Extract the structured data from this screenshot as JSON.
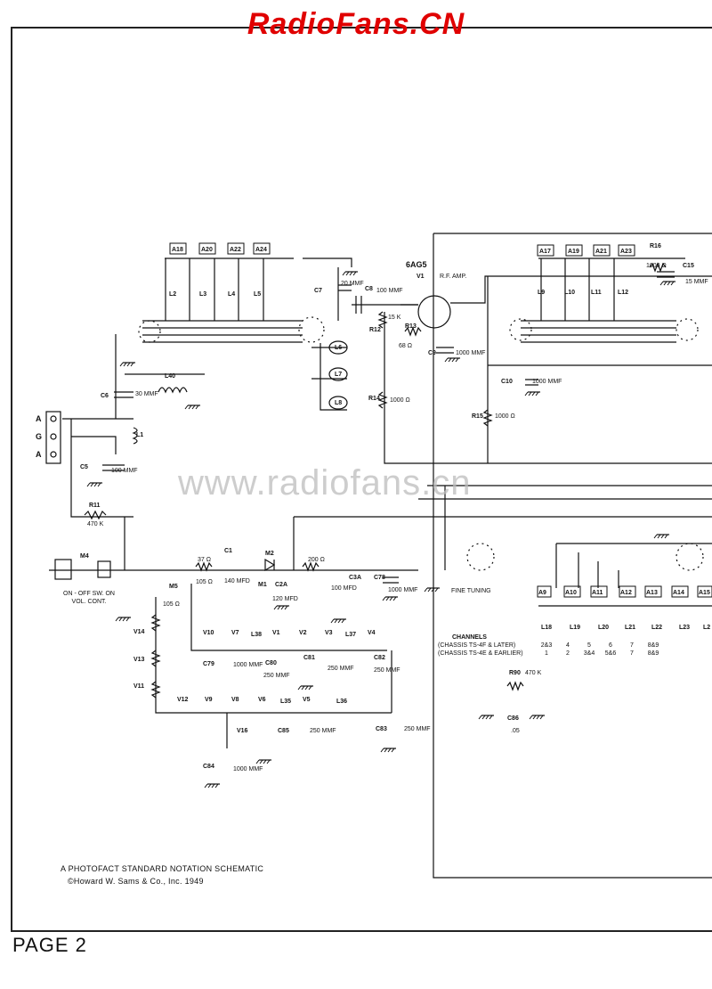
{
  "watermark_top": "RadioFans.CN",
  "watermark_mid": "www.radiofans.cn",
  "footer": {
    "line1": "A PHOTOFACT STANDARD NOTATION SCHEMATIC",
    "line2": "©Howard W. Sams & Co., Inc. 1949"
  },
  "page_label": "PAGE 2",
  "tube": {
    "type": "6AG5",
    "ref": "V1",
    "function": "R.F. AMP."
  },
  "antenna_terminals": [
    "A",
    "G",
    "A"
  ],
  "controls": {
    "power_switch": "ON - OFF SW. ON VOL. CONT.",
    "fine_tuning": "FINE TUNING"
  },
  "top_strip_left": [
    "A18",
    "A20",
    "A22",
    "A24"
  ],
  "top_strip_right": [
    "A17",
    "A19",
    "A21",
    "A23"
  ],
  "coils_left": [
    "L2",
    "L3",
    "L4",
    "L5"
  ],
  "coils_right": [
    "L9",
    "L10",
    "L11",
    "L12"
  ],
  "coils_side": [
    "L6",
    "L7",
    "L8"
  ],
  "lower_strip": [
    "A9",
    "A10",
    "A11",
    "A12",
    "A13",
    "A14",
    "A15"
  ],
  "lower_coils": [
    "L18",
    "L19",
    "L20",
    "L21",
    "L22",
    "L23",
    "L2"
  ],
  "components": {
    "C6": "C6",
    "C6_val": "30 MMF",
    "L40": "L40",
    "L1": "L1",
    "C5": "C5",
    "C5_val": "100 MMF",
    "R11": "R11",
    "R11_val": "470 K",
    "C7": "C7",
    "C7_val": "20 MMF",
    "C8": "C8",
    "C8_val": "100 MMF",
    "R12": "R12",
    "R12_val": "15 K",
    "R13": "R13",
    "R13_val": "68 Ω",
    "C9": "C9",
    "C9_val": "1000 MMF",
    "R14": "R14",
    "R14_val": "1000 Ω",
    "R16": "R16",
    "R16_val": "1000 Ω",
    "C15": "C15",
    "C15_val": "15 MMF",
    "C10": "C10",
    "C10_val": "1000 MMF",
    "R15": "R15",
    "R15_val": "1000 Ω",
    "M4": "M4",
    "M5": "M5",
    "M5_val": "105 Ω",
    "R_37": "37 Ω",
    "R_105": "105 Ω",
    "C1": "C1",
    "C1_val": "140 MFD",
    "M2": "M2",
    "M1": "M1",
    "C2A": "C2A",
    "C2A_val": "120 MFD",
    "R_200": "200 Ω",
    "C3A": "C3A",
    "C3A_val": "100 MFD",
    "C78": "C78",
    "C78_val": "1000 MMF",
    "R90": "R90",
    "R90_val": "470 K",
    "C86": "C86",
    "C86_val": ".05",
    "C79": "C79",
    "C79_val": "1000 MMF",
    "C80": "C80",
    "C80_val": "250 MMF",
    "C81": "C81",
    "C81_val": "250 MMF",
    "C82": "C82",
    "C82_val": "250 MMF",
    "C85": "C85",
    "C85_val": "250 MMF",
    "C83": "C83",
    "C83_val": "250 MMF",
    "C84": "C84",
    "C84_val": "1000 MMF"
  },
  "heater_chain": [
    "V10",
    "V7",
    "L38",
    "V1",
    "V2",
    "V3",
    "L37",
    "V4"
  ],
  "heater_chain2": [
    "V12",
    "V9",
    "V8",
    "V6",
    "L35",
    "V5",
    "L36"
  ],
  "heater_left": [
    "V14",
    "V13",
    "V11"
  ],
  "heater_mid": "V16",
  "channels": {
    "title": "CHANNELS",
    "row1_label": "(CHASSIS TS-4F & LATER)",
    "row1": [
      "2&3",
      "4",
      "5",
      "6",
      "7",
      "8&9"
    ],
    "row2_label": "(CHASSIS TS-4E & EARLIER)",
    "row2": [
      "1",
      "2",
      "3&4",
      "5&6",
      "7",
      "8&9"
    ]
  }
}
